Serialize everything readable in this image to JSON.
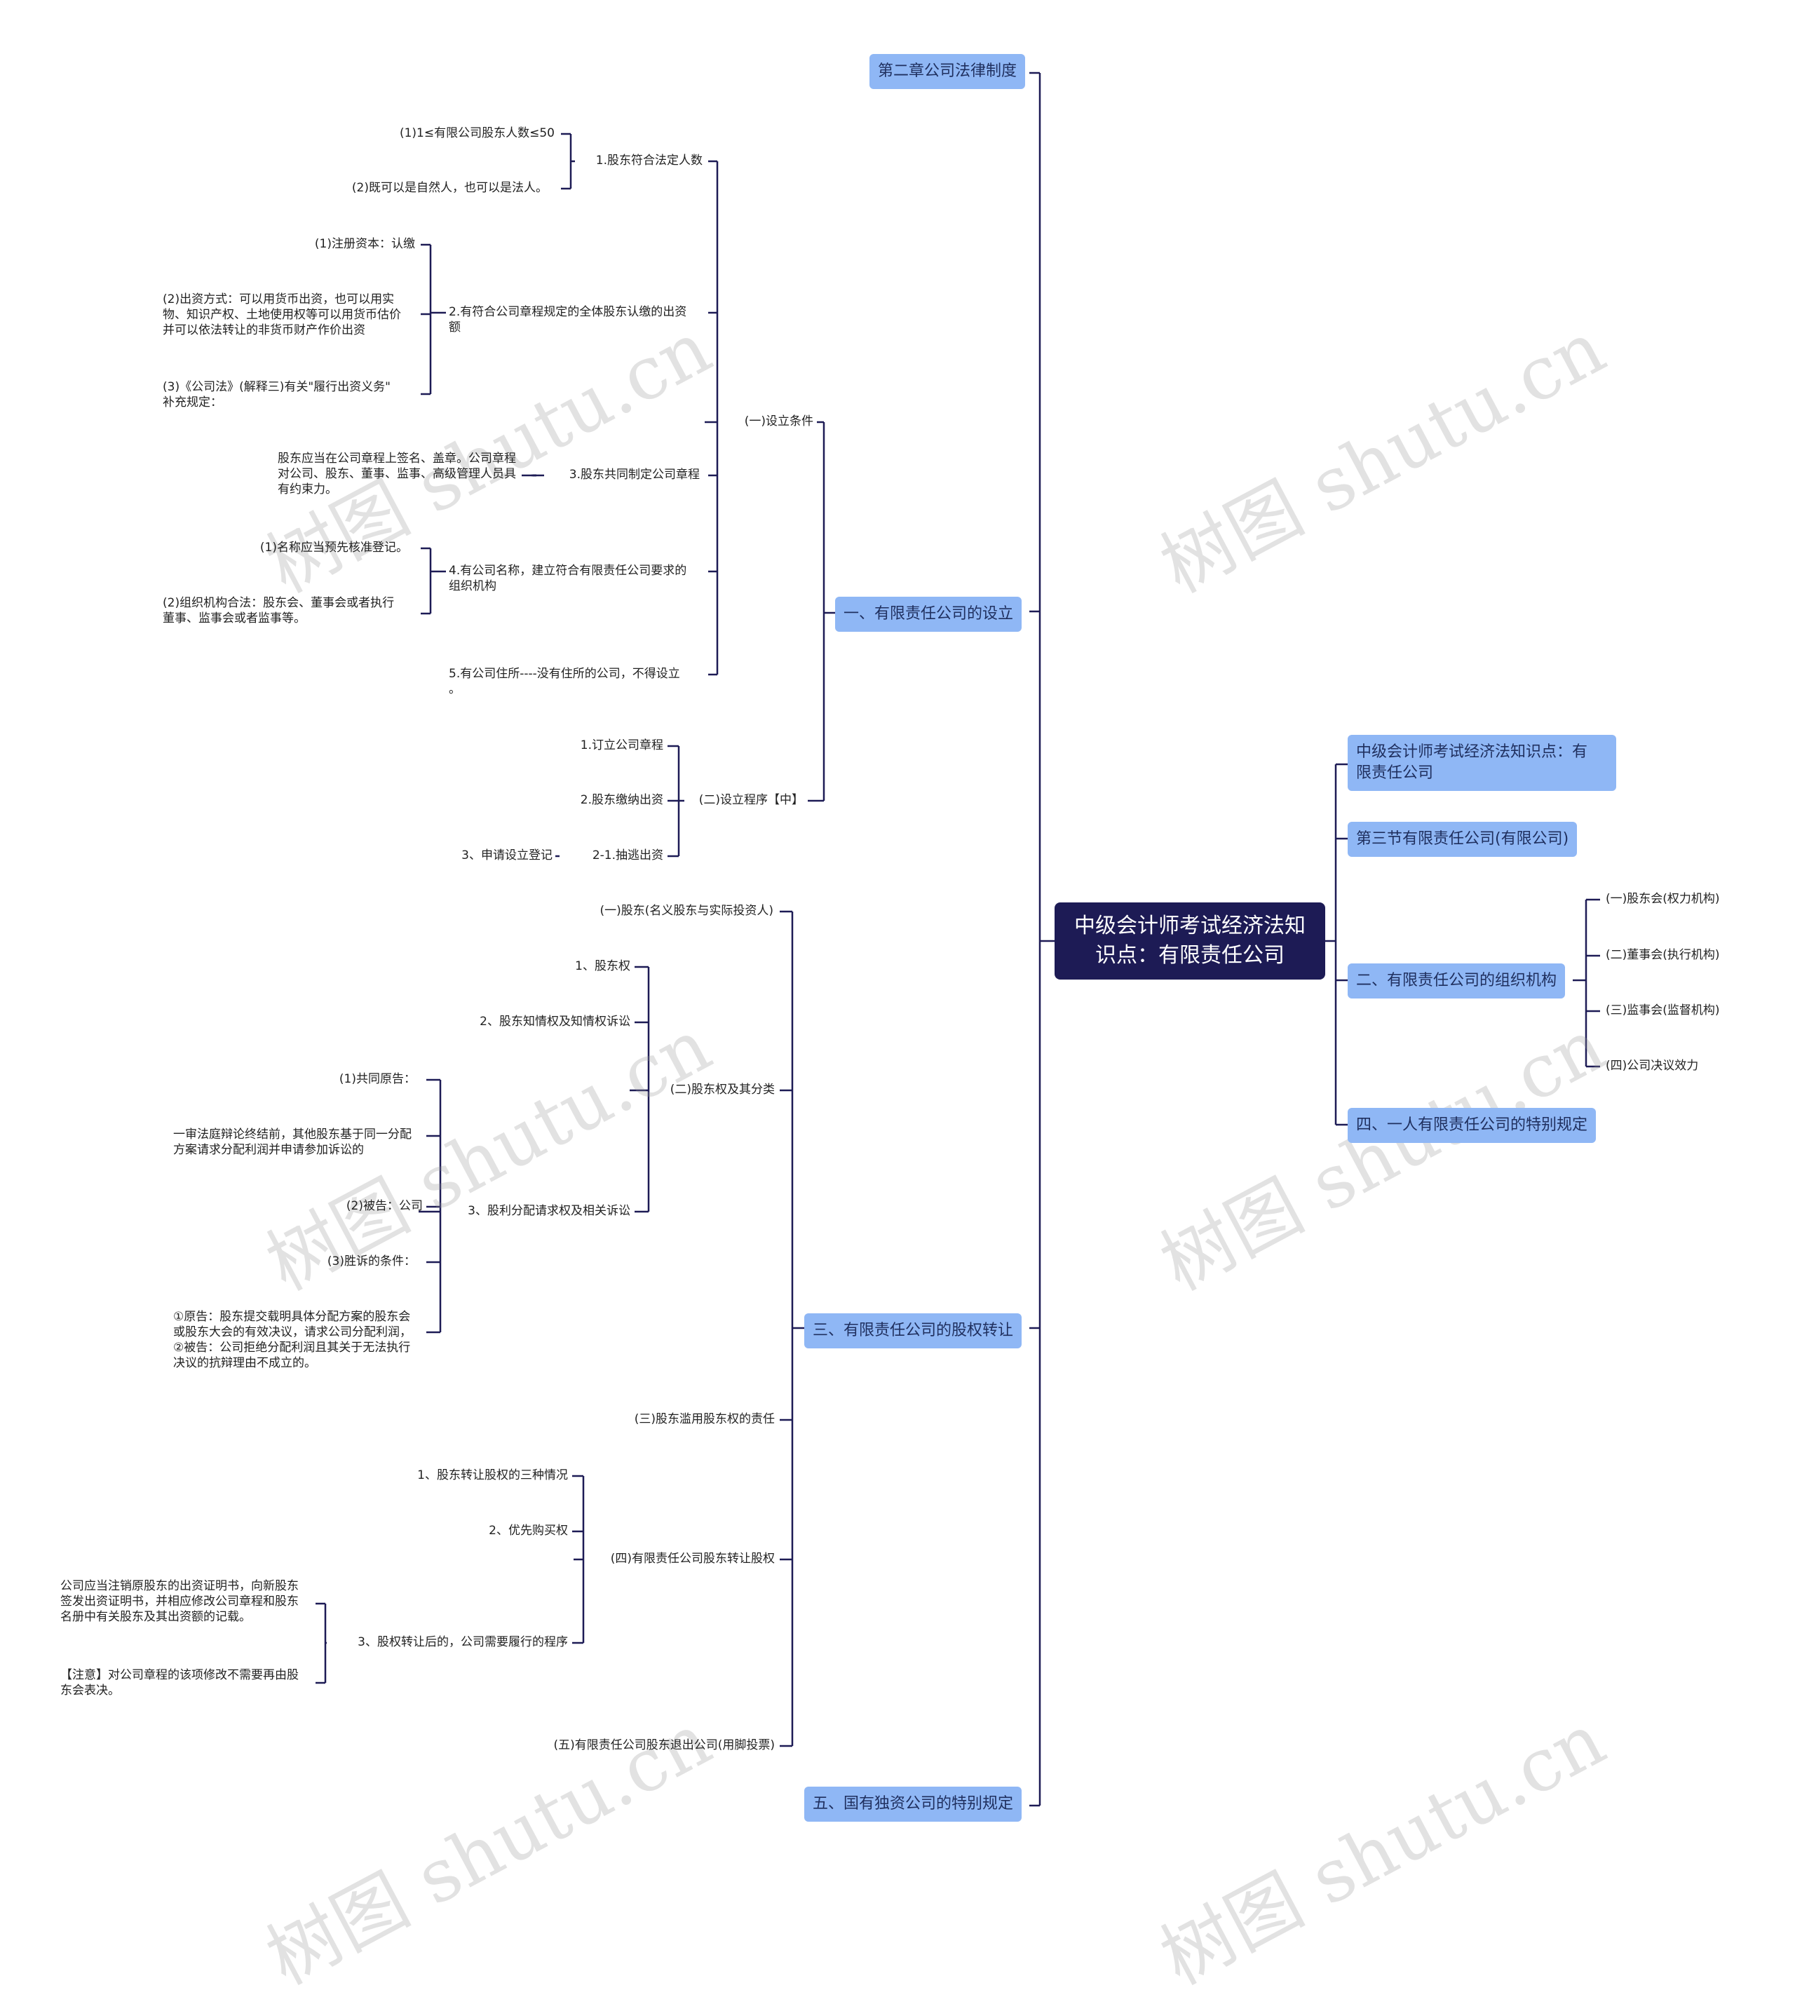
{
  "root": "中级会计师考试经济法知识点：有限责任公司",
  "watermark": "树图 shutu.cn",
  "colors": {
    "root_bg": "#1d1b55",
    "box_bg": "#8fb7f5",
    "line": "#1d1b55"
  },
  "left": {
    "b1": "第二章公司法律制度",
    "b2": "一、有限责任公司的设立",
    "s1": "(一)设立条件",
    "c1": "1.股东符合法定人数",
    "c1a": "(1)1≤有限公司股东人数≤50",
    "c1b": "(2)既可以是自然人，也可以是法人。",
    "c2": "2.有符合公司章程规定的全体股东认缴的出资\n额",
    "c2a": "(1)注册资本：认缴",
    "c2b": "(2)出资方式：可以用货币出资，也可以用实\n物、知识产权、土地使用权等可以用货币估价\n并可以依法转让的非货币财产作价出资",
    "c2c": "(3)《公司法》(解释三)有关\"履行出资义务\"\n补充规定：",
    "c3": "3.股东共同制定公司章程",
    "c3a": "股东应当在公司章程上签名、盖章。公司章程\n对公司、股东、董事、监事、高级管理人员具\n有约束力。",
    "c4": "4.有公司名称，建立符合有限责任公司要求的\n组织机构",
    "c4a": "(1)名称应当预先核准登记。",
    "c4b": "(2)组织机构合法：股东会、董事会或者执行\n董事、监事会或者监事等。",
    "c5": "5.有公司住所----没有住所的公司，不得设立\n。",
    "s2": "(二)设立程序【中】",
    "p1": "1.订立公司章程",
    "p2": "2.股东缴纳出资",
    "p3": "2-1.抽逃出资",
    "p3a": "3、申请设立登记",
    "b3": "三、有限责任公司的股权转让",
    "t1": "(一)股东(名义股东与实际投资人)",
    "t2": "(二)股东权及其分类",
    "t2a": "1、股东权",
    "t2b": "2、股东知情权及知情权诉讼",
    "t2c": "3、股利分配请求权及相关诉讼",
    "t2c1": "(1)共同原告：",
    "t2c2": "一审法庭辩论终结前，其他股东基于同一分配\n方案请求分配利润并申请参加诉讼的",
    "t2c3": "(2)被告：公司",
    "t2c4": "(3)胜诉的条件：",
    "t2c5": "①原告：股东提交载明具体分配方案的股东会\n或股东大会的有效决议，请求公司分配利润，\n②被告：公司拒绝分配利润且其关于无法执行\n决议的抗辩理由不成立的。",
    "t3": "(三)股东滥用股东权的责任",
    "t4": "(四)有限责任公司股东转让股权",
    "t4a": "1、股东转让股权的三种情况",
    "t4b": "2、优先购买权",
    "t4c": "3、股权转让后的，公司需要履行的程序",
    "t4c1": "公司应当注销原股东的出资证明书，向新股东\n签发出资证明书，并相应修改公司章程和股东\n名册中有关股东及其出资额的记载。",
    "t4c2": "【注意】对公司章程的该项修改不需要再由股\n东会表决。",
    "t5": "(五)有限责任公司股东退出公司(用脚投票)",
    "b4": "五、国有独资公司的特别规定"
  },
  "right": {
    "r1": "中级会计师考试经济法知识点：有\n限责任公司",
    "r2": "第三节有限责任公司(有限公司)",
    "r3": "二、有限责任公司的组织机构",
    "r3a": "(一)股东会(权力机构)",
    "r3b": "(二)董事会(执行机构)",
    "r3c": "(三)监事会(监督机构)",
    "r3d": "(四)公司决议效力",
    "r4": "四、一人有限责任公司的特别规定"
  }
}
